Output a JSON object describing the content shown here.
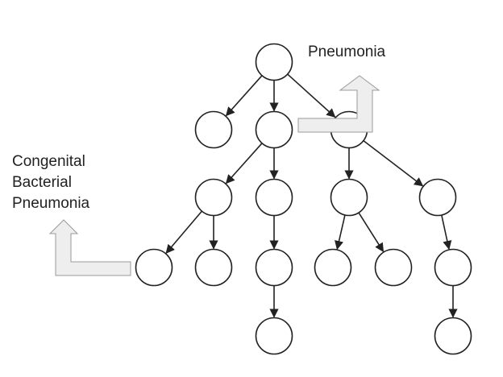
{
  "labels": {
    "pneumonia": "Pneumonia",
    "congenital_lines": [
      "Congenital",
      "Bacterial",
      "Pneumonia"
    ]
  },
  "colors": {
    "node_stroke": "#222222",
    "edge": "#222222",
    "callout_fill": "#eeeeee",
    "callout_stroke": "#999999"
  }
}
